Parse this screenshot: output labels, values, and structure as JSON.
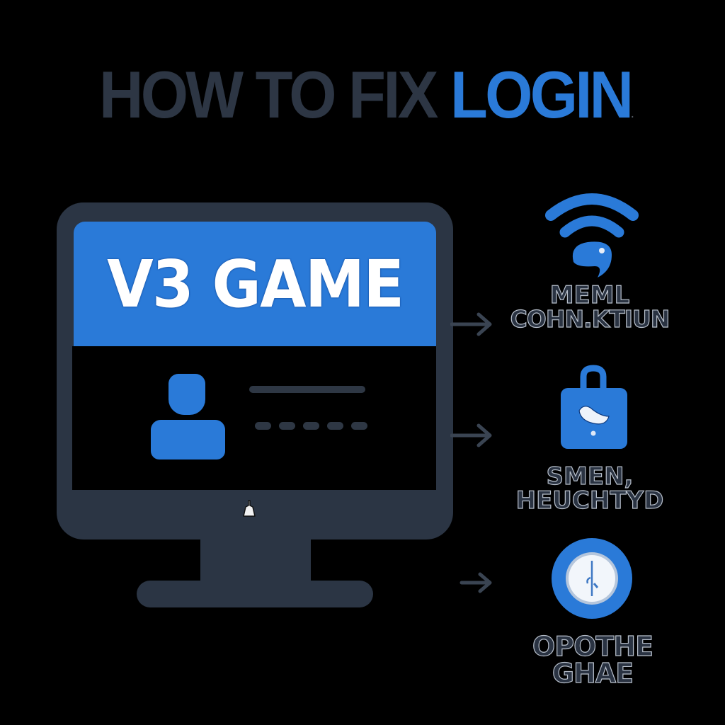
{
  "title": {
    "prefix": "HOW TO FIX ",
    "highlight": "LOGIN",
    "suffix": "."
  },
  "monitor": {
    "screen_title": "V3 GAME",
    "login_form": {
      "username_field": "",
      "password_mask_dots": 5
    }
  },
  "steps": [
    {
      "icon": "wifi-icon",
      "label_line1": "MEML",
      "label_line2": "COHN.ΚTIUN"
    },
    {
      "icon": "lock-icon",
      "label_line1": "SMEN,",
      "label_line2": "HEUCHTYD"
    },
    {
      "icon": "clock-icon",
      "label_line1": "OPOTHE GHAE",
      "label_line2": ""
    }
  ],
  "colors": {
    "background": "#000000",
    "accent_blue": "#2a7ad8",
    "slate": "#2b3544",
    "arrow": "#3a4452"
  }
}
